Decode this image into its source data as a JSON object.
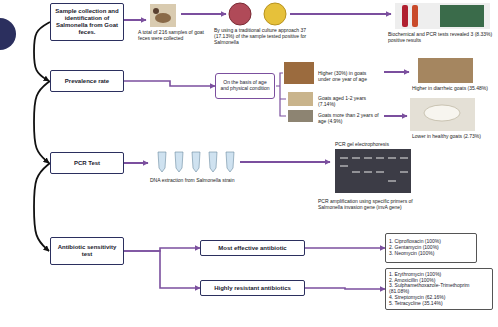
{
  "diagram": {
    "nodes": [
      {
        "text": [
          "Sample collection and identification of Salmonella from Goat feces."
        ]
      },
      {
        "text": [
          "Prevalence rate"
        ]
      },
      {
        "text": [
          "On the basis of age and physical condition"
        ]
      },
      {
        "text": [
          "PCR Test"
        ]
      },
      {
        "text": [
          "Antibiotic sensitivity test"
        ]
      },
      {
        "text": [
          "Most effective antibiotic"
        ]
      },
      {
        "text": [
          "1. Ciprofloxacin (100%)",
          "2. Gentamycin (100%)",
          "3. Neomycin (100%)"
        ]
      },
      {
        "text": [
          "Highly resistant antibiotics"
        ]
      },
      {
        "text": [
          "1. Erythromycin (100%)",
          "2. Amoxicillin (100%)",
          "3. Sulphamethoxazole-Trimethoprim (81.08%)",
          "4. Streptomycin (62.16%)",
          "5. Tetracycline (35.14%)"
        ]
      }
    ],
    "edges": [
      {
        "from": 0,
        "to": 1,
        "arrow": "to"
      },
      {
        "from": 1,
        "to": 3,
        "arrow": "to"
      },
      {
        "from": 3,
        "to": 4,
        "arrow": "to"
      },
      {
        "from": 1,
        "to": 2,
        "arrow": "to"
      },
      {
        "from": 4,
        "to": 5,
        "arrow": "to"
      },
      {
        "from": 4,
        "to": 7,
        "arrow": "to"
      },
      {
        "from": 5,
        "to": 6,
        "arrow": "to"
      },
      {
        "from": 7,
        "to": 8,
        "arrow": "to"
      }
    ],
    "labels": [
      "A total of 216 samples of goat feces were collected",
      "By using a traditional culture approach 37 (17.13%) of the sample tested positive for Salmonella",
      "Biochemical and PCR tests revealed 3 (8.33%) positive results",
      "Higher (30%) in goats under one year of age",
      "Goats aged 1-2 years (7.14%)",
      "Goats more than 2 years of age (4.9%)",
      "Higher in diarrheic goats (35.48%)",
      "Lower in healthy goats (2.73%)",
      "DNA extraction from Salmonella strain",
      "PCR gel electrophoresis",
      "PCR amplification using specific primers of Salmonella invasion gene (invA gene)"
    ]
  }
}
